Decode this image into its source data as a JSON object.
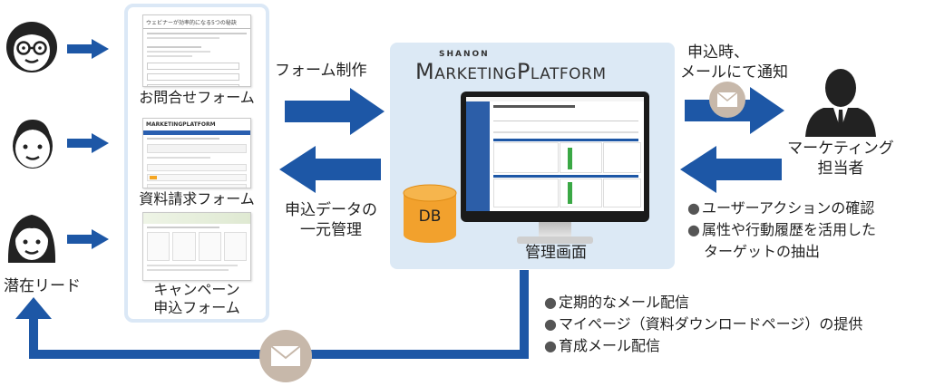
{
  "forms": {
    "inquiry_label": "お問合せフォーム",
    "inquiry_thumb_title": "ウェビナーが効率的になる5つの秘訣",
    "brochure_label": "資料請求フォーム",
    "brochure_thumb_logo": "MARKETINGPLATFORM",
    "campaign_label_line1": "キャンペーン",
    "campaign_label_line2": "申込フォーム"
  },
  "leads_label": "潜在リード",
  "form_creation_label": "フォーム制作",
  "data_management_line1": "申込データの",
  "data_management_line2": "一元管理",
  "platform": {
    "logo_small": "SHANON",
    "logo_main_1": "M",
    "logo_main_2": "ARKETING",
    "logo_main_3": "P",
    "logo_main_4": "LATFORM",
    "db_label": "DB",
    "screen_label": "管理画面"
  },
  "notification": {
    "line1": "申込時、",
    "line2": "メールにて通知"
  },
  "marketer": {
    "line1": "マーケティング",
    "line2": "担当者"
  },
  "marketer_uses": [
    "ユーザーアクションの確認",
    "属性や行動履歴を活用した",
    "ターゲットの抽出"
  ],
  "lead_outputs": [
    "定期的なメール配信",
    "マイページ（資料ダウンロードページ）の提供",
    "育成メール配信"
  ],
  "colors": {
    "arrow_blue": "#1d57a6",
    "panel_light_blue": "#dce9f5",
    "db_orange": "#f2a12d",
    "mail_circle": "#c7b8aa"
  }
}
